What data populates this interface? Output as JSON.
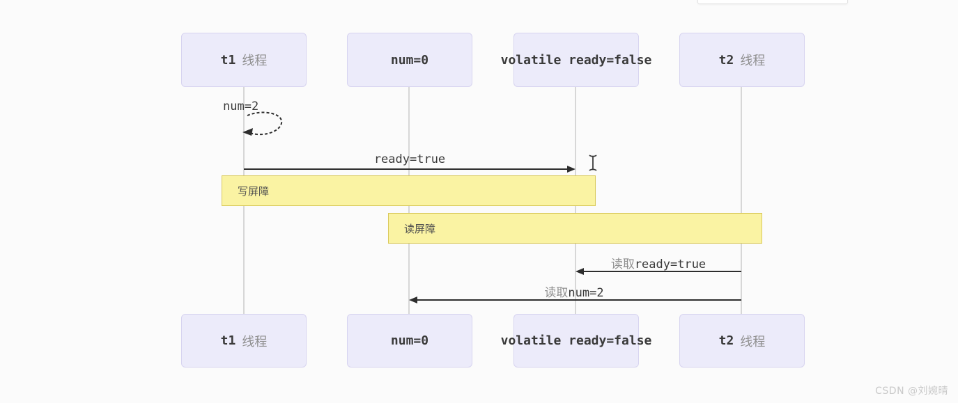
{
  "participants": {
    "t1": {
      "code": "t1",
      "cjk": "线程"
    },
    "num": {
      "code": "num=0",
      "cjk": ""
    },
    "vol": {
      "code": "volatile ready=false",
      "cjk": ""
    },
    "t2": {
      "code": "t2",
      "cjk": "线程"
    }
  },
  "messages": {
    "self_assign": {
      "code": "num=2"
    },
    "write_ready": {
      "code": "ready=true"
    },
    "read_ready": {
      "cjk_prefix": "读取",
      "code": "ready=true"
    },
    "read_num": {
      "cjk_prefix": "读取",
      "code": "num=2"
    }
  },
  "barriers": {
    "write": {
      "label": "写屏障"
    },
    "read": {
      "label": "读屏障"
    }
  },
  "watermark": {
    "text": "CSDN @刘婉晴"
  },
  "colors": {
    "background": "#FBFBFB",
    "participant_fill": "#ECEBFA",
    "participant_border": "#D7D4F0",
    "barrier_fill": "#FAF3A3",
    "barrier_border": "#D9C95B",
    "arrow": "#2D2D2D",
    "lifeline": "#D7D7D7",
    "code_text": "#3A3A3A",
    "cjk_text": "#8F8F8F",
    "watermark_text": "#C9C9C9"
  }
}
